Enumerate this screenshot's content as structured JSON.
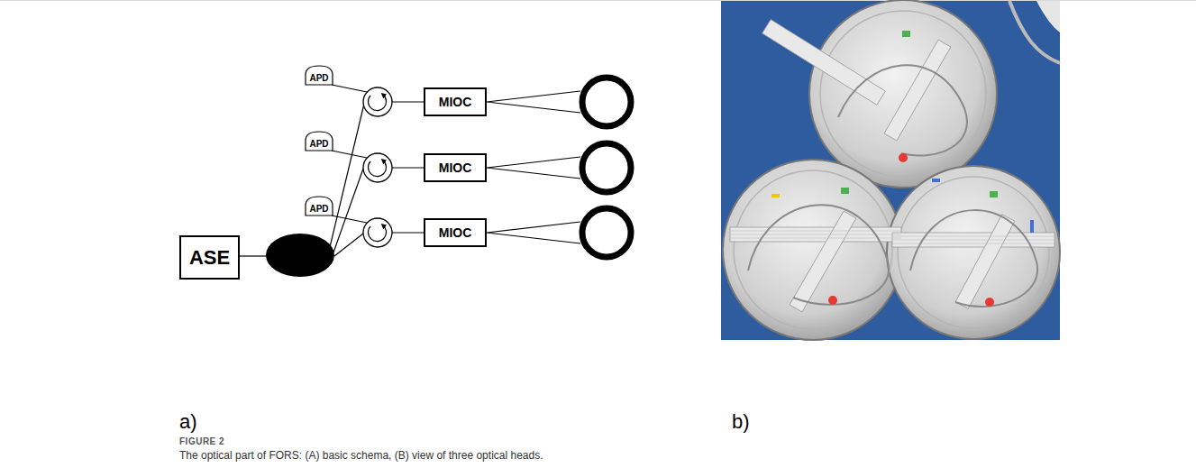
{
  "diagram": {
    "caption": "The optical part of FORS: (A) basic schema, (B) view of three optical heads.",
    "nodes": [
      {
        "text": [
          "ASE"
        ]
      },
      {
        "text": [
          "APD"
        ]
      },
      {
        "text": [
          "APD"
        ]
      },
      {
        "text": [
          "APD"
        ]
      },
      {
        "text": [
          "MIOC"
        ]
      },
      {
        "text": [
          "MIOC"
        ]
      },
      {
        "text": [
          "MIOC"
        ]
      }
    ],
    "labels": [
      "a)",
      "b)",
      "FIGURE 2"
    ]
  }
}
